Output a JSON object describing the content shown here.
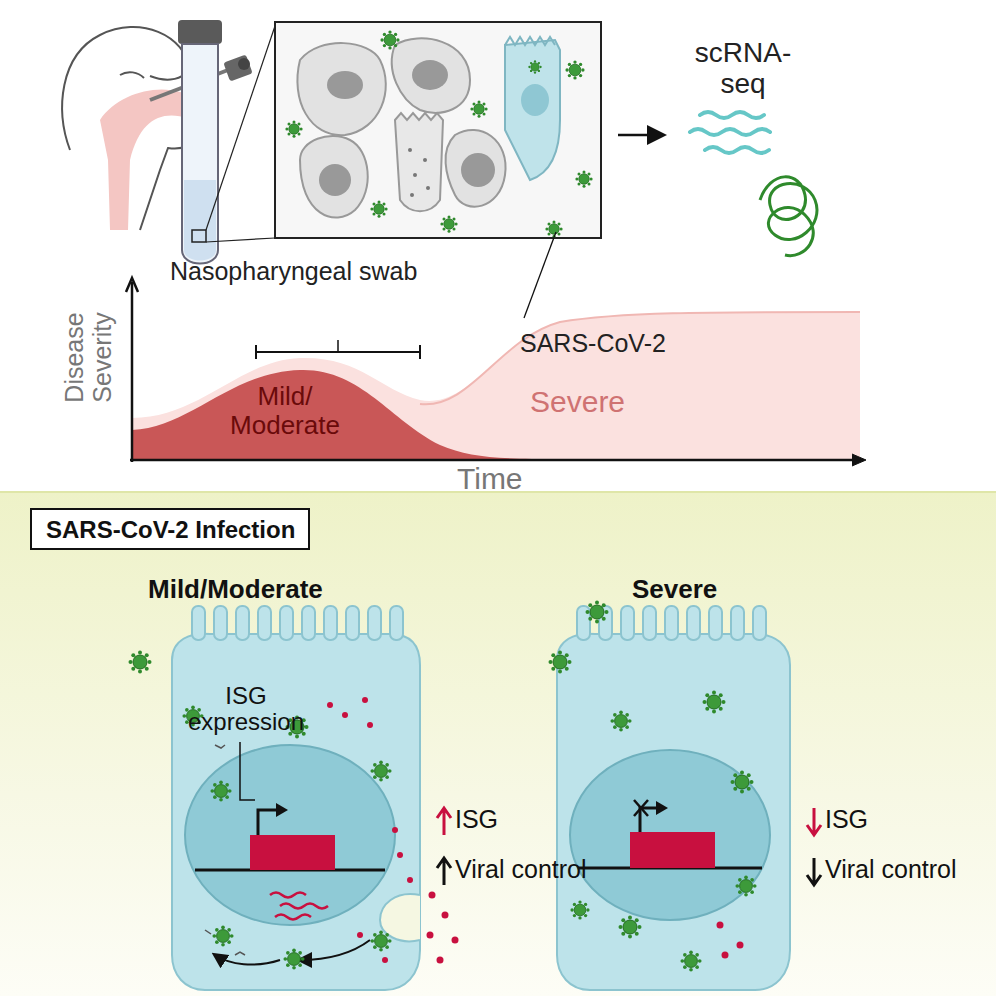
{
  "diagram": {
    "nodes": [
      {
        "text": [
          "SARS-CoV-2 Infection"
        ]
      }
    ],
    "labels": [
      "scRNA-seq",
      "Nasopharyngeal swab",
      "SARS-CoV-2",
      "Disease Severity",
      "Mild/ Moderate",
      "Severe",
      "Time",
      "Mild/Moderate",
      "Severe",
      "ISG expression",
      "ISG",
      "Viral control",
      "ISG",
      "Viral control"
    ]
  }
}
